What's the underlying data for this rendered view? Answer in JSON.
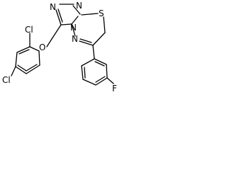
{
  "atoms": {
    "n1": "N",
    "n2": "N",
    "n3": "N",
    "n4": "N",
    "s": "S",
    "o": "O",
    "cl1": "Cl",
    "cl2": "Cl",
    "f": "F"
  },
  "colors": {
    "ink": "#000000",
    "background": "#ffffff"
  }
}
